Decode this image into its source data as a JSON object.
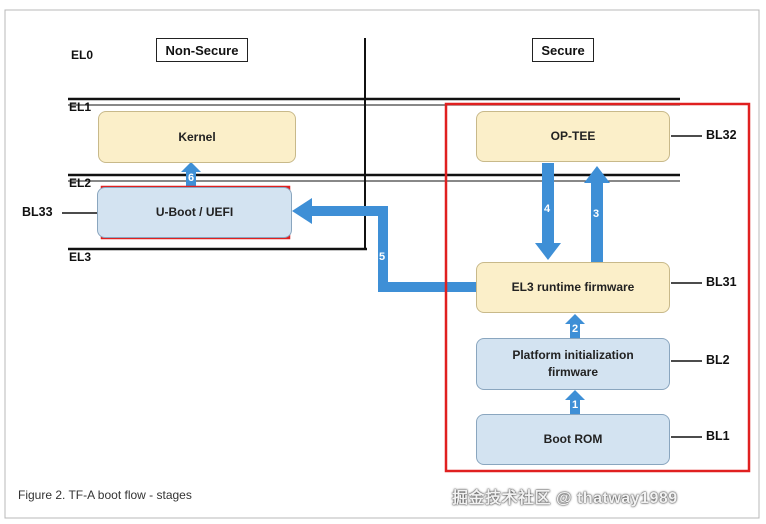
{
  "headers": {
    "non_secure": "Non-Secure",
    "secure": "Secure"
  },
  "levels": {
    "el0": "EL0",
    "el1": "EL1",
    "el2": "EL2",
    "el3": "EL3"
  },
  "blocks": {
    "kernel": "Kernel",
    "uboot": "U-Boot / UEFI",
    "optee": "OP-TEE",
    "el3_runtime": "EL3 runtime firmware",
    "platform_init": "Platform initialization firmware",
    "boot_rom": "Boot ROM"
  },
  "bl_labels": {
    "bl33": "BL33",
    "bl32": "BL32",
    "bl31": "BL31",
    "bl2": "BL2",
    "bl1": "BL1"
  },
  "arrow_numbers": {
    "a1": "1",
    "a2": "2",
    "a3": "3",
    "a4": "4",
    "a5": "5",
    "a6": "6"
  },
  "caption": "Figure 2.  TF-A boot flow - stages",
  "watermark": "掘金技术社区 @ thatway1989",
  "colors": {
    "highlight": "#e02020",
    "arrow": "#3e8fd6",
    "block_yellow": "#fbefc9",
    "block_blue": "#d3e3f1"
  }
}
